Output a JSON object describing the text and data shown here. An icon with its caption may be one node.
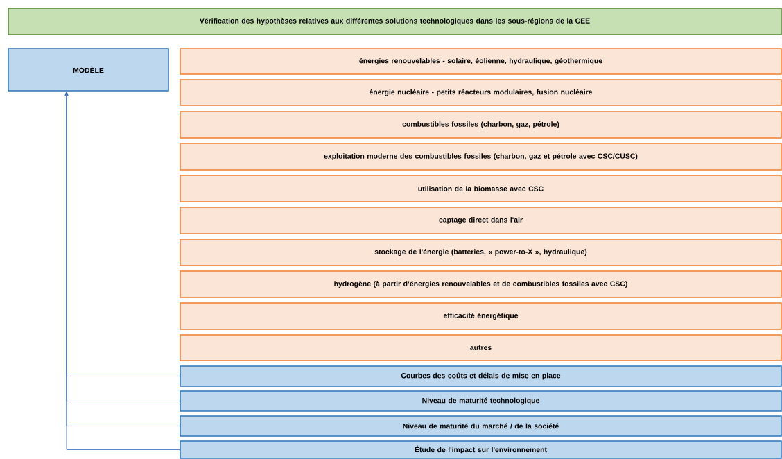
{
  "diagram": {
    "nodes": [
      {
        "text": [
          "Vérification des hypothèses relatives aux différentes solutions technologiques dans les sous-régions de la CEE"
        ]
      },
      {
        "text": [
          "MODÈLE"
        ]
      },
      {
        "text": [
          "énergies renouvelables - solaire, éolienne, hydraulique, géothermique"
        ]
      },
      {
        "text": [
          "énergie nucléaire - petits réacteurs modulaires, fusion nucléaire"
        ]
      },
      {
        "text": [
          "combustibles fossiles (charbon, gaz, pétrole)"
        ]
      },
      {
        "text": [
          "exploitation moderne des combustibles fossiles (charbon, gaz et pétrole avec CSC/CUSC)"
        ]
      },
      {
        "text": [
          "utilisation de la biomasse avec CSC"
        ]
      },
      {
        "text": [
          "captage direct dans l'air"
        ]
      },
      {
        "text": [
          "stockage de l'énergie (batteries, « power-to-X », hydraulique)"
        ]
      },
      {
        "text": [
          "hydrogène (à partir d’énergies renouvelables et de combustibles fossiles avec CSC)"
        ]
      },
      {
        "text": [
          "efficacité énergétique"
        ]
      },
      {
        "text": [
          "autres"
        ]
      },
      {
        "text": [
          "Courbes des coûts et délais de mise en place"
        ]
      },
      {
        "text": [
          "Niveau de maturité technologique"
        ]
      },
      {
        "text": [
          "Niveau de maturité du marché / de la société"
        ]
      },
      {
        "text": [
          "Étude de l'impact sur l'environnement"
        ]
      }
    ],
    "edges": [
      {
        "from": 12,
        "to": 1,
        "arrow": "to"
      },
      {
        "from": 13,
        "to": 1,
        "arrow": "to"
      },
      {
        "from": 14,
        "to": 1,
        "arrow": "to"
      },
      {
        "from": 15,
        "to": 1,
        "arrow": "to"
      }
    ]
  }
}
